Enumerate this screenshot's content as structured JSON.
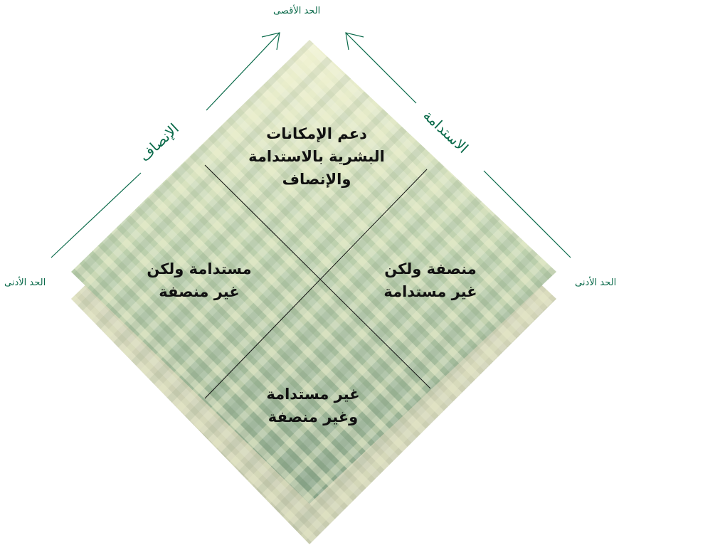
{
  "axes": {
    "equity_label": "الإنصاف",
    "sustainability_label": "الاستدامة",
    "max_label": "الحد الأقصى",
    "min_left_label": "الحد الأدنى",
    "min_right_label": "الحد الأدنى"
  },
  "quadrants": {
    "top": [
      "دعم الإمكانات",
      "البشرية بالاستدامة",
      "والإنصاف"
    ],
    "left": [
      "مستدامة ولكن",
      "غير منصفة"
    ],
    "right": [
      "منصفة ولكن",
      "غير مستدامة"
    ],
    "bottom": [
      "غير مستدامة",
      "وغير منصفة"
    ]
  },
  "colors": {
    "line": "#0a6a4a",
    "diamond_top": "#ecefcb",
    "diamond_dark": "#7f9a80",
    "shadow": "#d2d3b6",
    "divider": "#111111"
  }
}
